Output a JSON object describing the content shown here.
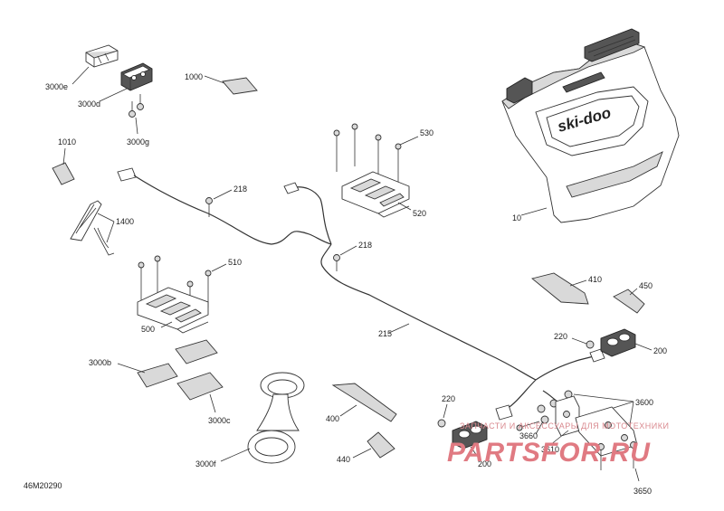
{
  "diagram_code": "46M20290",
  "brand_text": "ski-doo",
  "watermark": {
    "line1": "ЗАПЧАСТИ И АКСЕССУАРЫ ДЛЯ МОТОТЕХНИКИ",
    "line2": "PARTSFOR.RU"
  },
  "callouts": {
    "c3000e": "3000e",
    "c3000d": "3000d",
    "c3000g": "3000g",
    "c1000": "1000",
    "c1010": "1010",
    "c1400": "1400",
    "c218a": "218",
    "c218b": "218",
    "c530": "530",
    "c520": "520",
    "c510": "510",
    "c500": "500",
    "c10": "10",
    "c215": "215",
    "c410": "410",
    "c450": "450",
    "c220a": "220",
    "c200a": "200",
    "c3600": "3600",
    "c3000b": "3000b",
    "c3000c": "3000c",
    "c3000f": "3000f",
    "c400": "400",
    "c440": "440",
    "c220b": "220",
    "c200b": "200",
    "c3660": "3660",
    "c3610": "3610",
    "c3650": "3650"
  }
}
